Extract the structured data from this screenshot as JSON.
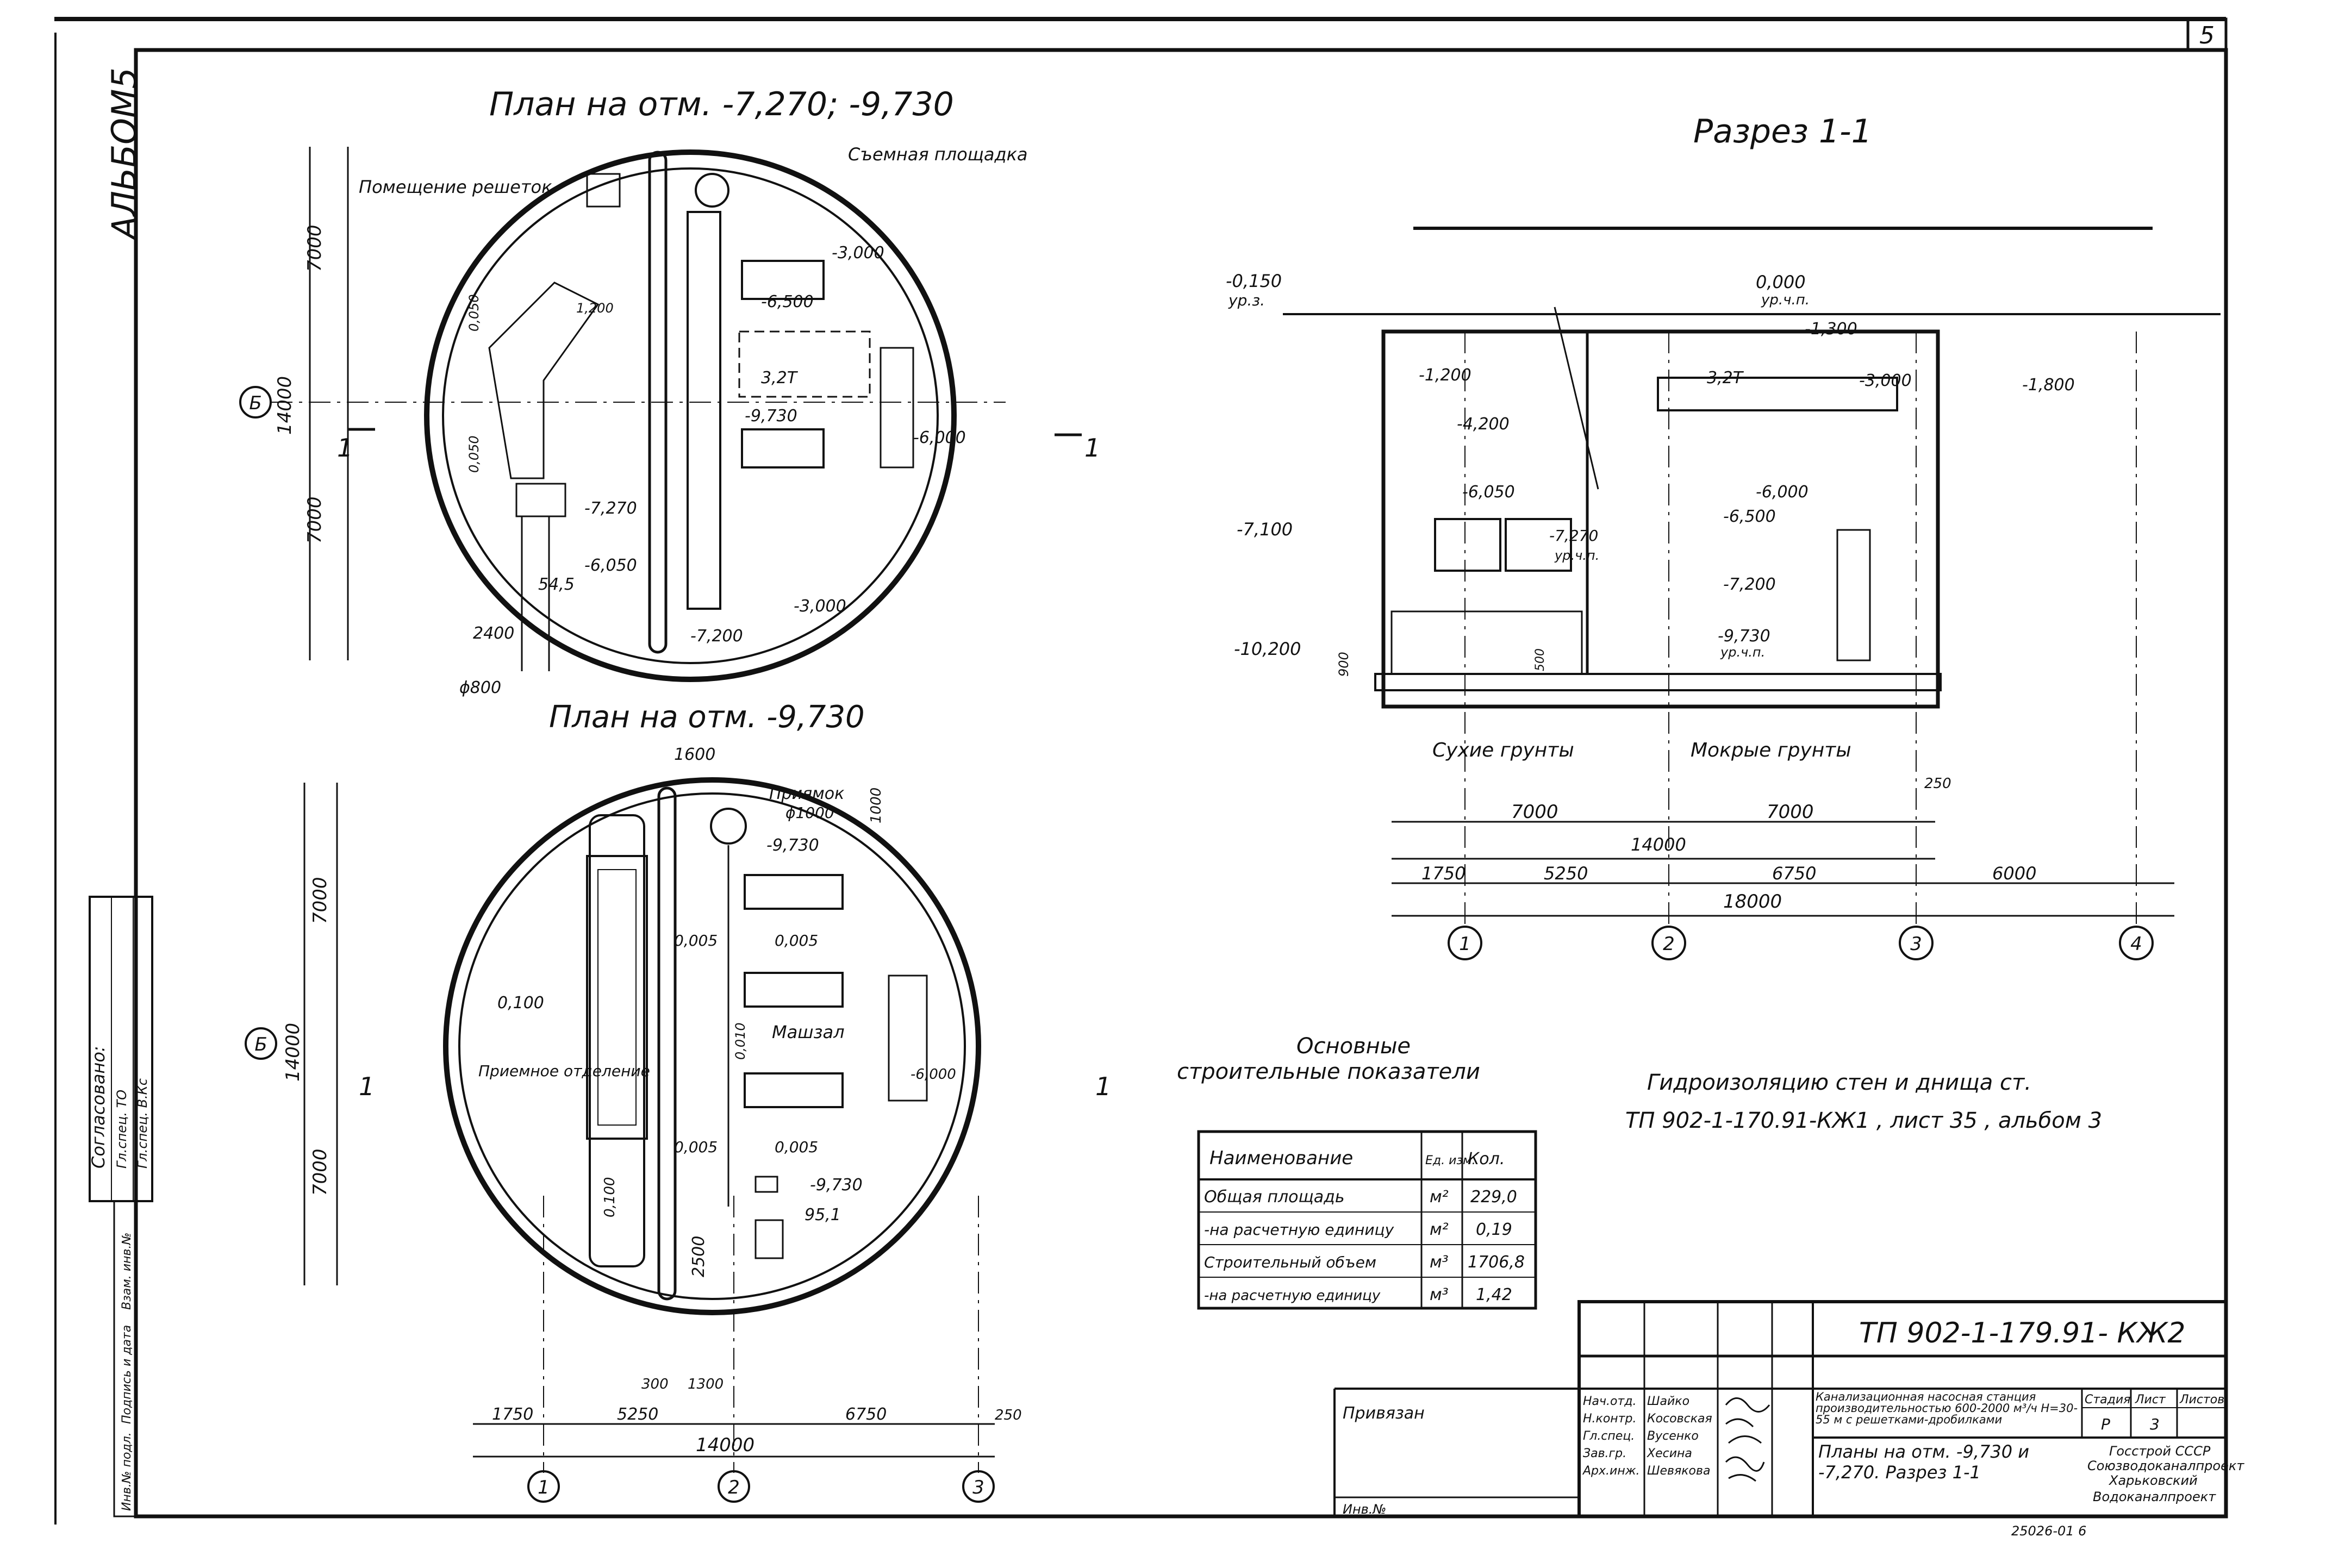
{
  "sheet_number": "5",
  "album_side_label": "АЛЬБОМ5",
  "plan_top": {
    "title": "План на отм. -7,270; -9,730",
    "room_grates": "Помещение решеток",
    "platform": "Съемная площадка",
    "marks": [
      "-3,000",
      "-6,500",
      "-9,730",
      "-6,000",
      "-7,270",
      "-6,050",
      "-3,000",
      "-7,200",
      "3,2Т"
    ],
    "dims": [
      "7000",
      "14000",
      "7000",
      "2400",
      "54,5",
      "0,050",
      "0,050",
      "1,200"
    ],
    "pipe": "ϕ800",
    "axis": "Б",
    "section_left": "1",
    "section_right": "1"
  },
  "plan_bottom": {
    "title": "План на отм. -9,730",
    "pit_label": "Приямок",
    "pit_dia": "ϕ1000",
    "intake": "Приемное отделение",
    "machine_room": "Машзал",
    "marks": [
      "-9,730",
      "-9,730",
      "-6,000",
      "95,1"
    ],
    "levels": [
      "0,100",
      "0,005",
      "0,005",
      "0,010",
      "0,005",
      "0,005",
      "0,100"
    ],
    "dims_top": [
      "1600",
      "1000"
    ],
    "dims_side": [
      "7000",
      "14000",
      "7000",
      "2500"
    ],
    "dims_bottom_small": [
      "300",
      "1300"
    ],
    "dims_bottom": [
      "1750",
      "5250",
      "6750",
      "250"
    ],
    "dim_total": "14000",
    "axes": [
      "1",
      "2",
      "3"
    ],
    "axis": "Б"
  },
  "section": {
    "title": "Разрез 1-1",
    "marks_left": [
      "-0,150",
      "ур.з.",
      "-1,200",
      "-4,200",
      "-6,050",
      "-7,100",
      "-10,200",
      "900"
    ],
    "marks_center": [
      "0,000",
      "ур.ч.п.",
      "-1,300",
      "-3,000",
      "-6,000",
      "-6,500",
      "-7,270",
      "ур.ч.п.",
      "-7,200",
      "-9,730",
      "ур.ч.п.",
      "3,2Т",
      "-1,800",
      "500"
    ],
    "soil_dry": "Сухие грунты",
    "soil_wet": "Мокрые грунты",
    "dims_row1": [
      "7000",
      "7000"
    ],
    "dim_250": "250",
    "dim_14000": "14000",
    "dims_row2": [
      "1750",
      "5250",
      "6750",
      "6000"
    ],
    "dim_total": "18000",
    "axes": [
      "1",
      "2",
      "3",
      "4"
    ]
  },
  "waterproof_note": [
    "Гидроизоляцию стен и днища ст.",
    "ТП 902-1-170.91-КЖ1 , лист 35 , альбом 3"
  ],
  "indicators": {
    "title_line1": "Основные",
    "title_line2": "строительные показатели",
    "headers": [
      "Наименование",
      "Ед. изм.",
      "Кол."
    ],
    "rows": [
      [
        "Общая площадь",
        "м²",
        "229,0"
      ],
      [
        "-на расчетную единицу",
        "м²",
        "0,19"
      ],
      [
        "Строительный объем",
        "м³",
        "1706,8"
      ],
      [
        "-на расчетную единицу",
        "м³",
        "1,42"
      ]
    ]
  },
  "agreed": {
    "title": "Согласовано:",
    "rows": [
      "Гл.спец. ТО",
      "Гл.спец. В.Кс"
    ]
  },
  "side_stamp": [
    "Инв.№ подл.",
    "Подпись и дата",
    "Взам. инв.№"
  ],
  "title_block": {
    "code": "ТП 902-1-179.91- КЖ2",
    "bound": "Привязан",
    "inv": "Инв.№",
    "staff": [
      [
        "Нач.отд.",
        "Шайко"
      ],
      [
        "Н.контр.",
        "Косовская"
      ],
      [
        "Гл.спец.",
        "Вусенко"
      ],
      [
        "Зав.гр.",
        "Хесина"
      ],
      [
        "Арх.инж.",
        "Шевякова"
      ]
    ],
    "project_desc": "Канализационная насосная станция производительностью 600-2000 м³/ч Н=30-55 м с решетками-дробилками",
    "sheet_desc": "Планы на отм. -9,730 и -7,270. Разрез 1-1",
    "stage_h": "Стадия",
    "sheet_h": "Лист",
    "sheets_h": "Листов",
    "stage": "Р",
    "sheet": "3",
    "org": [
      "Госстрой СССР",
      "Союзводоканалпроект",
      "Харьковский",
      "Водоканалпроект"
    ],
    "footer_code": "25026-01 6"
  }
}
